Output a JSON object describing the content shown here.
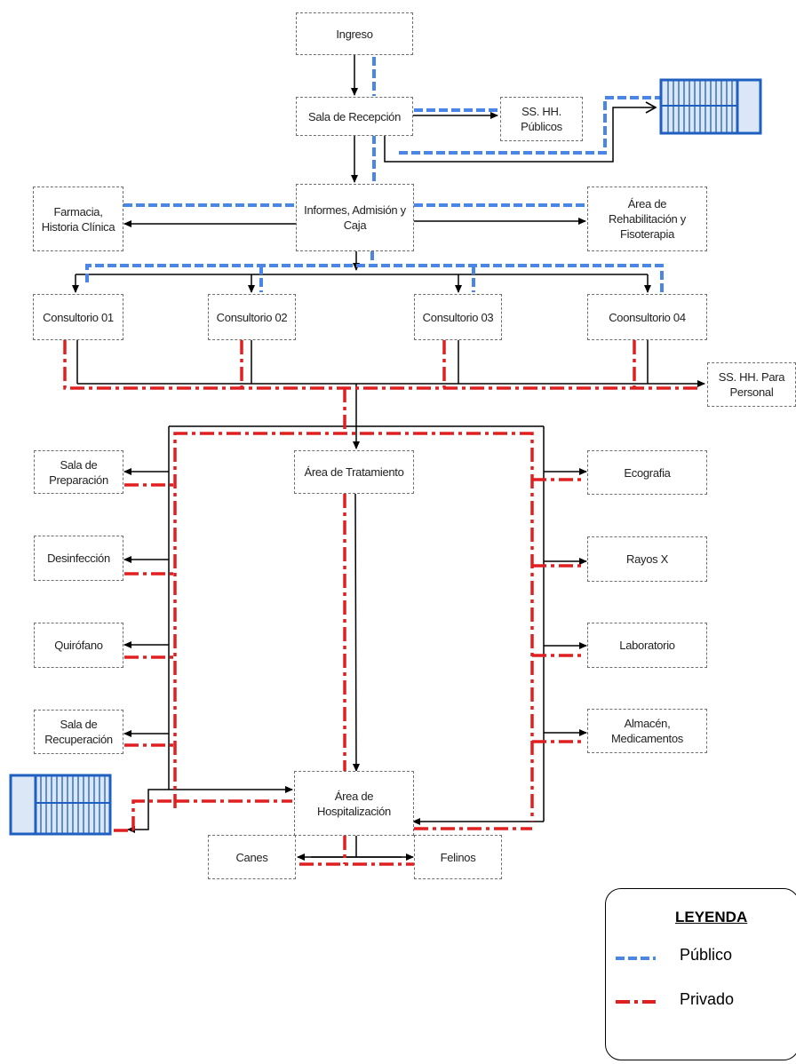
{
  "boxes": {
    "ingreso": "Ingreso",
    "sala_recepcion": "Sala de Recepción",
    "sshh_publicos": "SS. HH.\nPúblicos",
    "farmacia": "Farmacia,\nHistoria Clínica",
    "informes": "Informes, Admisión y\nCaja",
    "rehabilitacion": "Área de\nRehabilitación y\nFisoterapia",
    "consultorio_01": "Consultorio 01",
    "consultorio_02": "Consultorio 02",
    "consultorio_03": "Consultorio 03",
    "consultorio_04": "Coonsultorio 04",
    "sshh_personal": "SS. HH. Para\nPersonal",
    "area_tratamiento": "Área de Tratamiento",
    "sala_preparacion": "Sala de\nPreparación",
    "desinfeccion": "Desinfección",
    "quirofano": "Quirófano",
    "sala_recuperacion": "Sala de\nRecuperación",
    "ecografia": "Ecografia",
    "rayos_x": "Rayos X",
    "laboratorio": "Laboratorio",
    "almacen": "Almacén,\nMedicamentos",
    "area_hospitalizacion": "Área de\nHospitalización",
    "canes": "Canes",
    "felinos": "Felinos"
  },
  "legend": {
    "title": "LEYENDA",
    "publico": "Público",
    "privado": "Privado"
  },
  "colors": {
    "public_route": "#4a86e8",
    "private_route": "#e02020",
    "flow_arrow": "#000000",
    "gate_icon": "#1f5fbf",
    "box_border": "#6f6f6f"
  },
  "icons": [
    "entrance-gate-icon",
    "exit-gate-icon"
  ]
}
